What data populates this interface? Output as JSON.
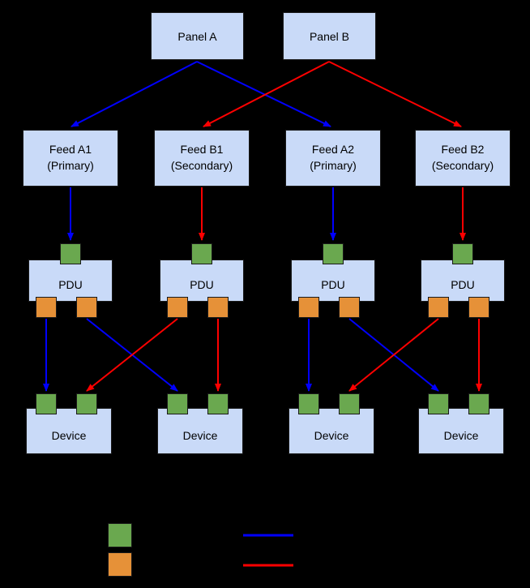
{
  "colors": {
    "node_fill": "#c9daf8",
    "input_port": "#6aa84f",
    "output_port": "#e69138",
    "primary_path": "#0000ff",
    "secondary_path": "#ff0000"
  },
  "panels": [
    {
      "label": "Panel A"
    },
    {
      "label": "Panel B"
    }
  ],
  "feeds": [
    {
      "label": "Feed A1\n(Primary)"
    },
    {
      "label": "Feed B1\n(Secondary)"
    },
    {
      "label": "Feed A2\n(Primary)"
    },
    {
      "label": "Feed B2\n(Secondary)"
    }
  ],
  "pdus": [
    {
      "label": "PDU"
    },
    {
      "label": "PDU"
    },
    {
      "label": "PDU"
    },
    {
      "label": "PDU"
    }
  ],
  "devices": [
    {
      "label": "Device"
    },
    {
      "label": "Device"
    },
    {
      "label": "Device"
    },
    {
      "label": "Device"
    }
  ]
}
